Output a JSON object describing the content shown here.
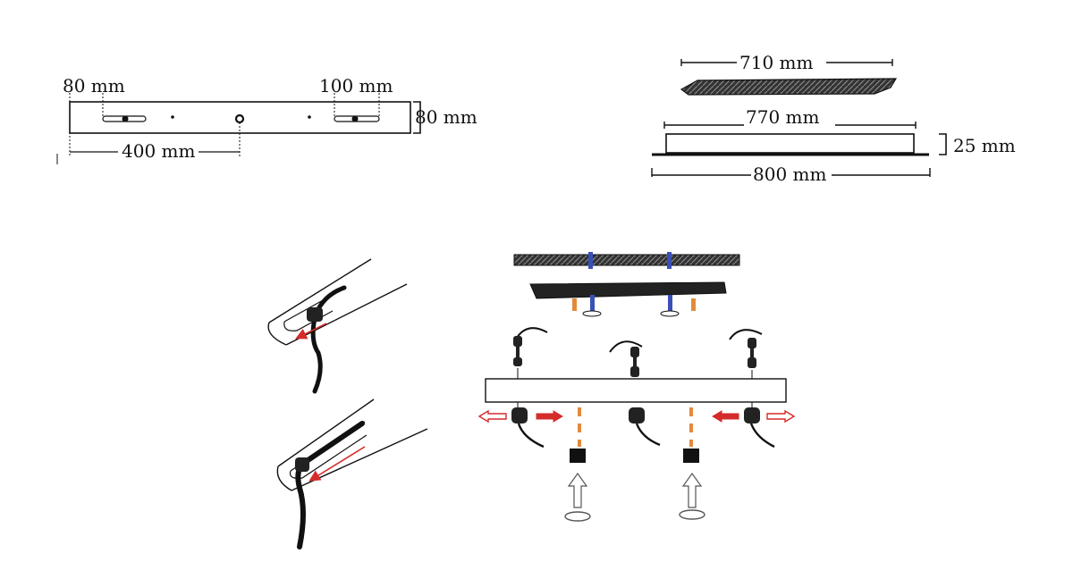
{
  "colors": {
    "ink": "#111111",
    "arrow_red": "#d42b2b",
    "bolt_blue": "#3a4fb8",
    "spacer_orange": "#e58a3c",
    "panel_fill": "#ffffff"
  },
  "dims": {
    "left_offset": "80 mm",
    "right_slot": "100 mm",
    "rail_height": "80 mm",
    "center_spacing": "400 mm",
    "top_width": "710 mm",
    "inner_width": "770 mm",
    "overall_width": "800 mm",
    "frame_depth": "25 mm"
  },
  "arrows": {
    "count_red": 6,
    "count_bolts_up": 2
  }
}
